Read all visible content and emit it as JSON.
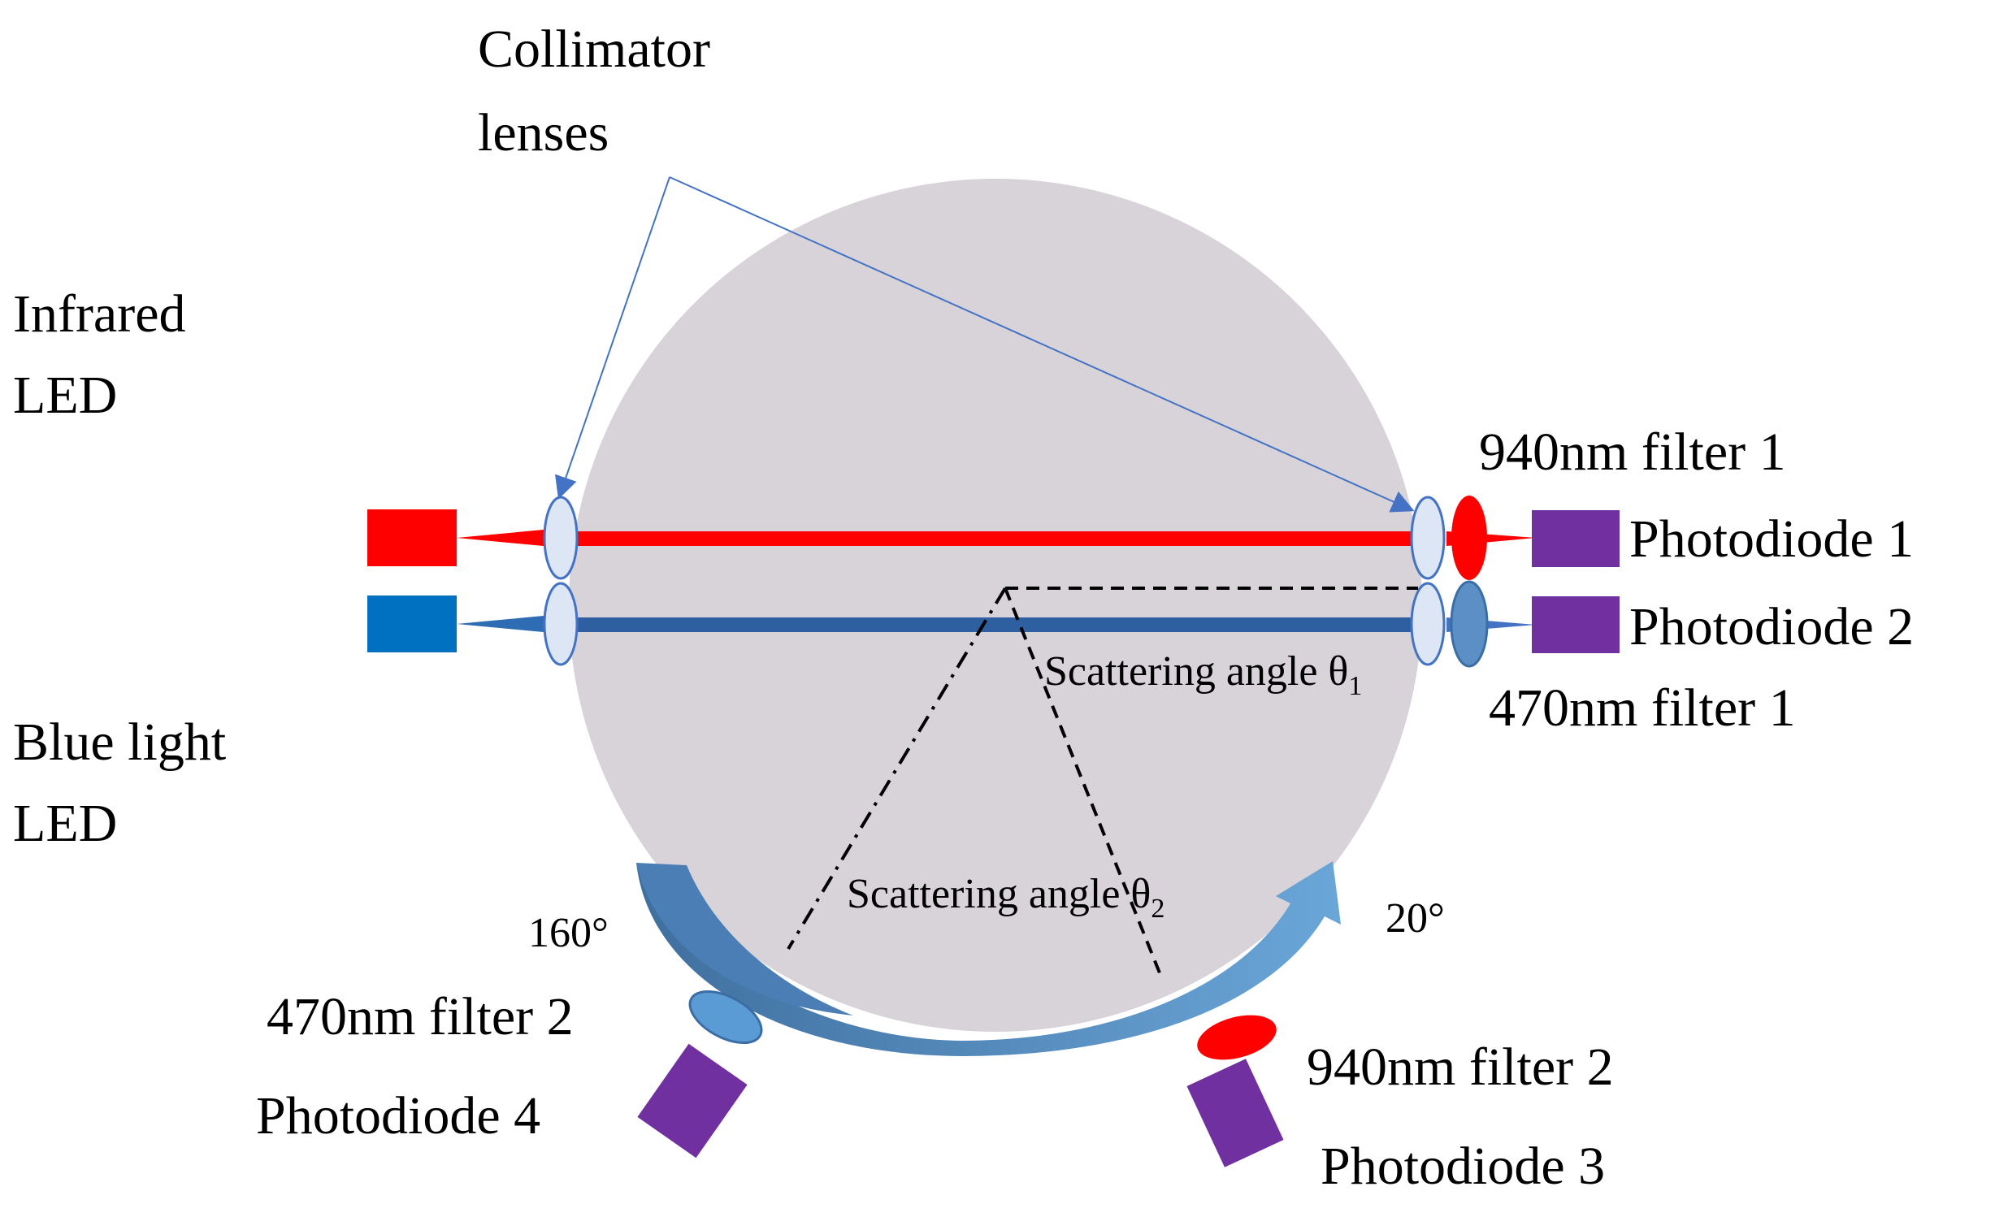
{
  "labels": {
    "collimator_line1": "Collimator",
    "collimator_line2": "lenses",
    "infrared_line1": "Infrared",
    "infrared_line2": "LED",
    "blue_line1": "Blue light",
    "blue_line2": "LED",
    "filter_940_1": "940nm filter 1",
    "photodiode_1": "Photodiode 1",
    "photodiode_2": "Photodiode 2",
    "filter_470_1": "470nm filter 1",
    "scattering_angle_1": "Scattering angle θ",
    "scattering_angle_1_sub": "1",
    "scattering_angle_2": "Scattering angle θ",
    "scattering_angle_2_sub": "2",
    "angle_160": "160°",
    "angle_20": "20°",
    "filter_470_2": "470nm filter 2",
    "photodiode_4": "Photodiode 4",
    "filter_940_2": "940nm filter 2",
    "photodiode_3": "Photodiode 3"
  },
  "colors": {
    "sample_circle": "#d8d3d9",
    "infrared": "#ff0000",
    "blue_led": "#0070c0",
    "blue_beam": "#2e5fa0",
    "lens_fill": "#dce6f4",
    "lens_stroke": "#4472c4",
    "photodiode": "#7030a0",
    "filter_470": "#5b9bd5",
    "arc_arrow": "#4a7eb4",
    "pointer_line": "#4472c4"
  }
}
